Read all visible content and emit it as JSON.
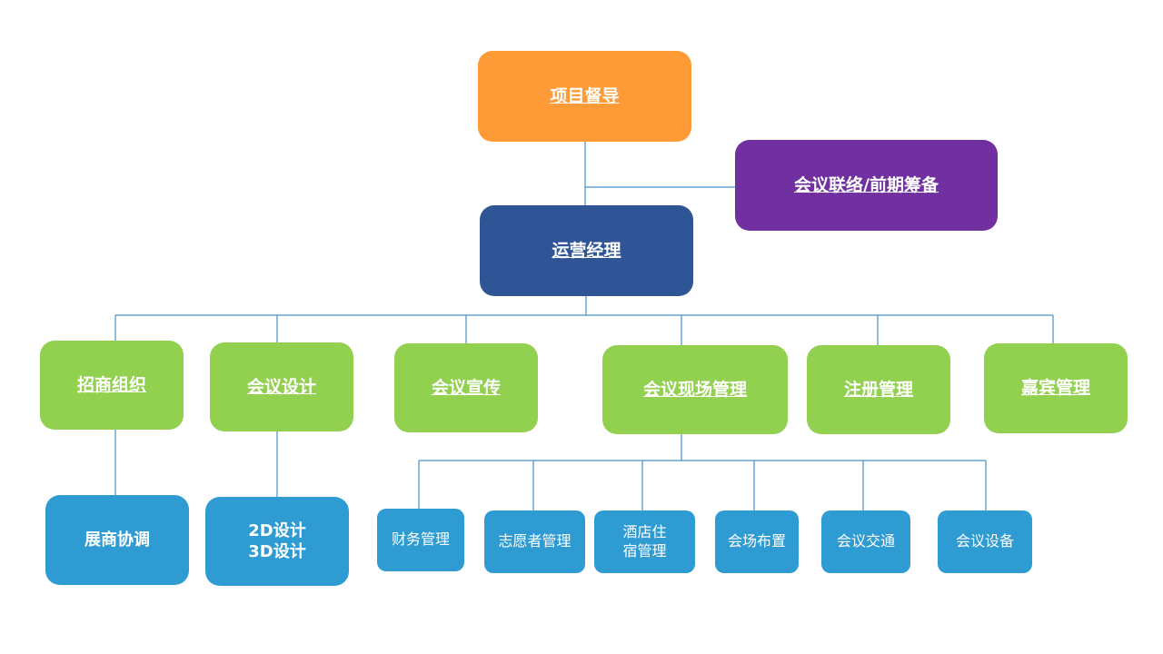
{
  "colors": {
    "orange": "#FF9B36",
    "purple": "#7030A0",
    "navy": "#2F5597",
    "green": "#92D050",
    "blue": "#2F9BD3",
    "connector": "#4A90C8"
  },
  "nodes": {
    "supervisor": {
      "label": "项目督导"
    },
    "liaison": {
      "label": "会议联络/前期筹备"
    },
    "ops_manager": {
      "label": "运营经理"
    },
    "departments": [
      {
        "key": "recruit",
        "label": "招商组织"
      },
      {
        "key": "design",
        "label": "会议设计"
      },
      {
        "key": "promo",
        "label": "会议宣传"
      },
      {
        "key": "onsite",
        "label": "会议现场管理"
      },
      {
        "key": "register",
        "label": "注册管理"
      },
      {
        "key": "guest",
        "label": "嘉宾管理"
      }
    ],
    "sub_recruit": {
      "label": "展商协调"
    },
    "sub_design": {
      "line1": "2D设计",
      "line2": "3D设计"
    },
    "onsite_children": [
      {
        "key": "finance",
        "label": "财务管理"
      },
      {
        "key": "volunteer",
        "label": "志愿者管理"
      },
      {
        "key": "hotel",
        "line1": "酒店住",
        "line2": "宿管理"
      },
      {
        "key": "venue",
        "label": "会场布置"
      },
      {
        "key": "transport",
        "label": "会议交通"
      },
      {
        "key": "equipment",
        "label": "会议设备"
      }
    ]
  }
}
